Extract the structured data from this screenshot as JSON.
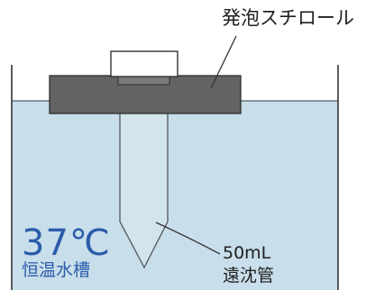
{
  "labels": {
    "foam": "発泡スチロール",
    "temperature": "37℃",
    "bath": "恒温水槽",
    "tube_volume": "50mL",
    "tube_name": "遠沈管"
  },
  "colors": {
    "water": "#c8deea",
    "foam": "#636363",
    "container_wall": "#333333",
    "blue_text": "#2c5cab",
    "tube_fill": "#d8e8f0",
    "cap_fill": "#ffffff"
  }
}
